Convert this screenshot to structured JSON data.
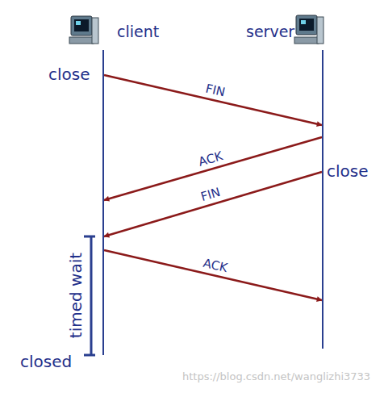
{
  "diagram": {
    "nodes": [
      {
        "text": [
          "client"
        ]
      },
      {
        "text": [
          "server"
        ]
      }
    ],
    "edges": [
      {
        "from": 0,
        "to": 1,
        "arrow": "to",
        "label": "FIN"
      },
      {
        "from": 1,
        "to": 0,
        "arrow": "to",
        "label": "ACK"
      },
      {
        "from": 1,
        "to": 0,
        "arrow": "to",
        "label": "FIN"
      },
      {
        "from": 0,
        "to": 1,
        "arrow": "to",
        "label": "ACK"
      }
    ],
    "labels": [
      "close",
      "close",
      "timed wait",
      "closed",
      "https://blog.csdn.net/wanglizhi3733"
    ]
  }
}
